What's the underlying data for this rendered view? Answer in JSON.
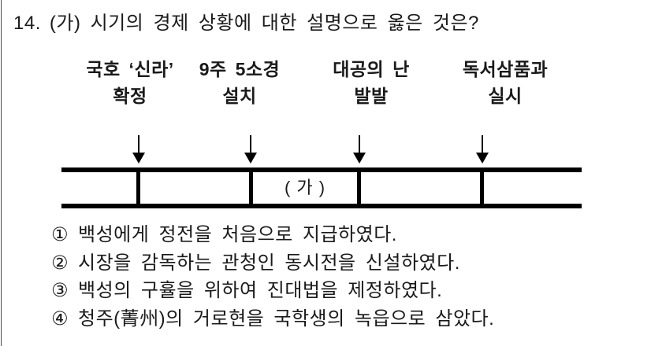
{
  "question": {
    "number": "14.",
    "text": "(가) 시기의 경제 상황에 대한 설명으로 옳은 것은?"
  },
  "timeline": {
    "events": [
      {
        "line1": "국호 ‘신라’",
        "line2": "확정"
      },
      {
        "line1": "9주 5소경",
        "line2": "설치"
      },
      {
        "line1": "대공의 난",
        "line2": "발발"
      },
      {
        "line1": "독서삼품과",
        "line2": "실시"
      }
    ],
    "gap_label": "( 가 )",
    "marker_icon": "down-arrow"
  },
  "choices": [
    {
      "marker": "①",
      "text": "백성에게 정전을 처음으로 지급하였다."
    },
    {
      "marker": "②",
      "text": "시장을 감독하는 관청인 동시전을 신설하였다."
    },
    {
      "marker": "③",
      "text": "백성의 구휼을 위하여 진대법을 제정하였다."
    },
    {
      "marker": "④",
      "text": "청주(菁州)의 거로현을 국학생의 녹읍으로 삼았다."
    }
  ],
  "colors": {
    "text": "#1a1a1a",
    "timeline_line": "#000000",
    "background": "#ffffff",
    "left_border": "#4a4a4a"
  }
}
